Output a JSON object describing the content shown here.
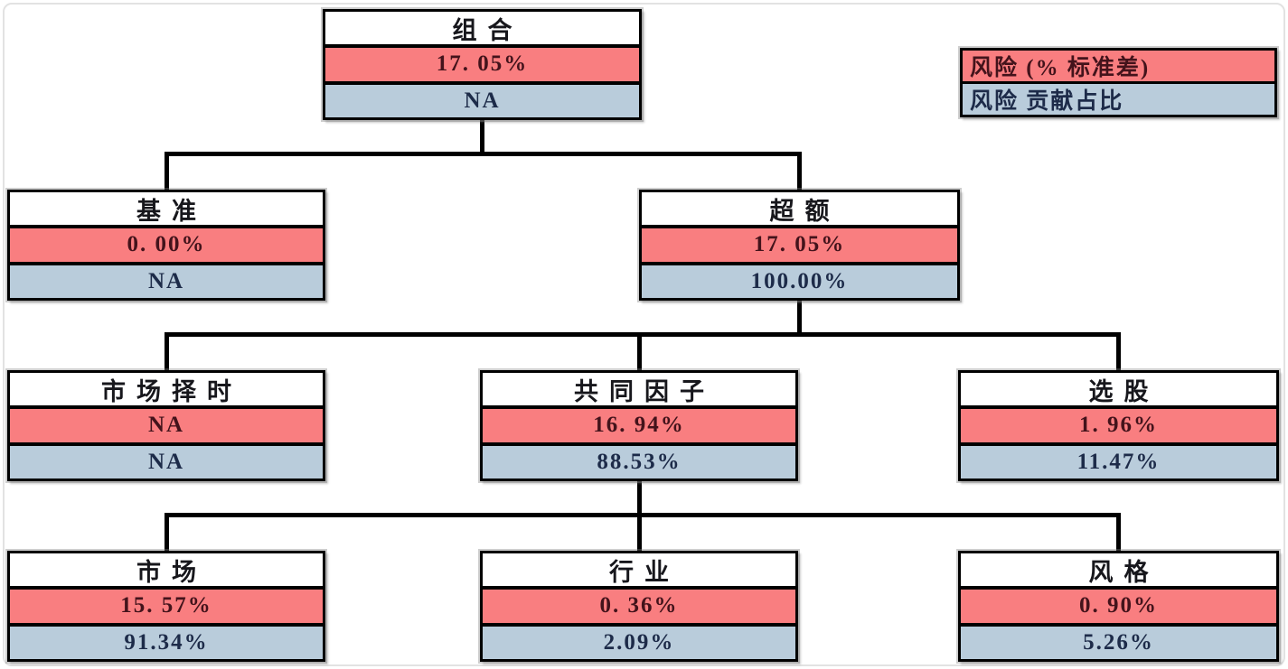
{
  "legend": {
    "risk_label": "风险 (% 标准差)",
    "contribution_label": "风险 贡献占比"
  },
  "colors": {
    "risk_fill": "#F97E80",
    "contribution_fill": "#B9CCDB",
    "border": "#000000",
    "risk_text": "#43131B",
    "contribution_text": "#1D2B49",
    "title_text": "#17171C"
  },
  "nodes": [
    {
      "id": "portfolio",
      "title": "组合",
      "risk": "17. 05%",
      "contribution": "NA",
      "children": [
        "benchmark",
        "excess"
      ]
    },
    {
      "id": "benchmark",
      "title": "基准",
      "risk": "0. 00%",
      "contribution": "NA",
      "children": []
    },
    {
      "id": "excess",
      "title": "超额",
      "risk": "17. 05%",
      "contribution": "100.00%",
      "children": [
        "market-timing",
        "common-factors",
        "stock-selection"
      ]
    },
    {
      "id": "market-timing",
      "title": "市场择时",
      "risk": "NA",
      "contribution": "NA",
      "children": []
    },
    {
      "id": "common-factors",
      "title": "共同因子",
      "risk": "16. 94%",
      "contribution": "88.53%",
      "children": [
        "market",
        "industry",
        "style"
      ]
    },
    {
      "id": "stock-selection",
      "title": "选股",
      "risk": "1. 96%",
      "contribution": "11.47%",
      "children": []
    },
    {
      "id": "market",
      "title": "市场",
      "risk": "15. 57%",
      "contribution": "91.34%",
      "children": []
    },
    {
      "id": "industry",
      "title": "行业",
      "risk": "0. 36%",
      "contribution": "2.09%",
      "children": []
    },
    {
      "id": "style",
      "title": "风格",
      "risk": "0. 90%",
      "contribution": "5.26%",
      "children": []
    }
  ]
}
